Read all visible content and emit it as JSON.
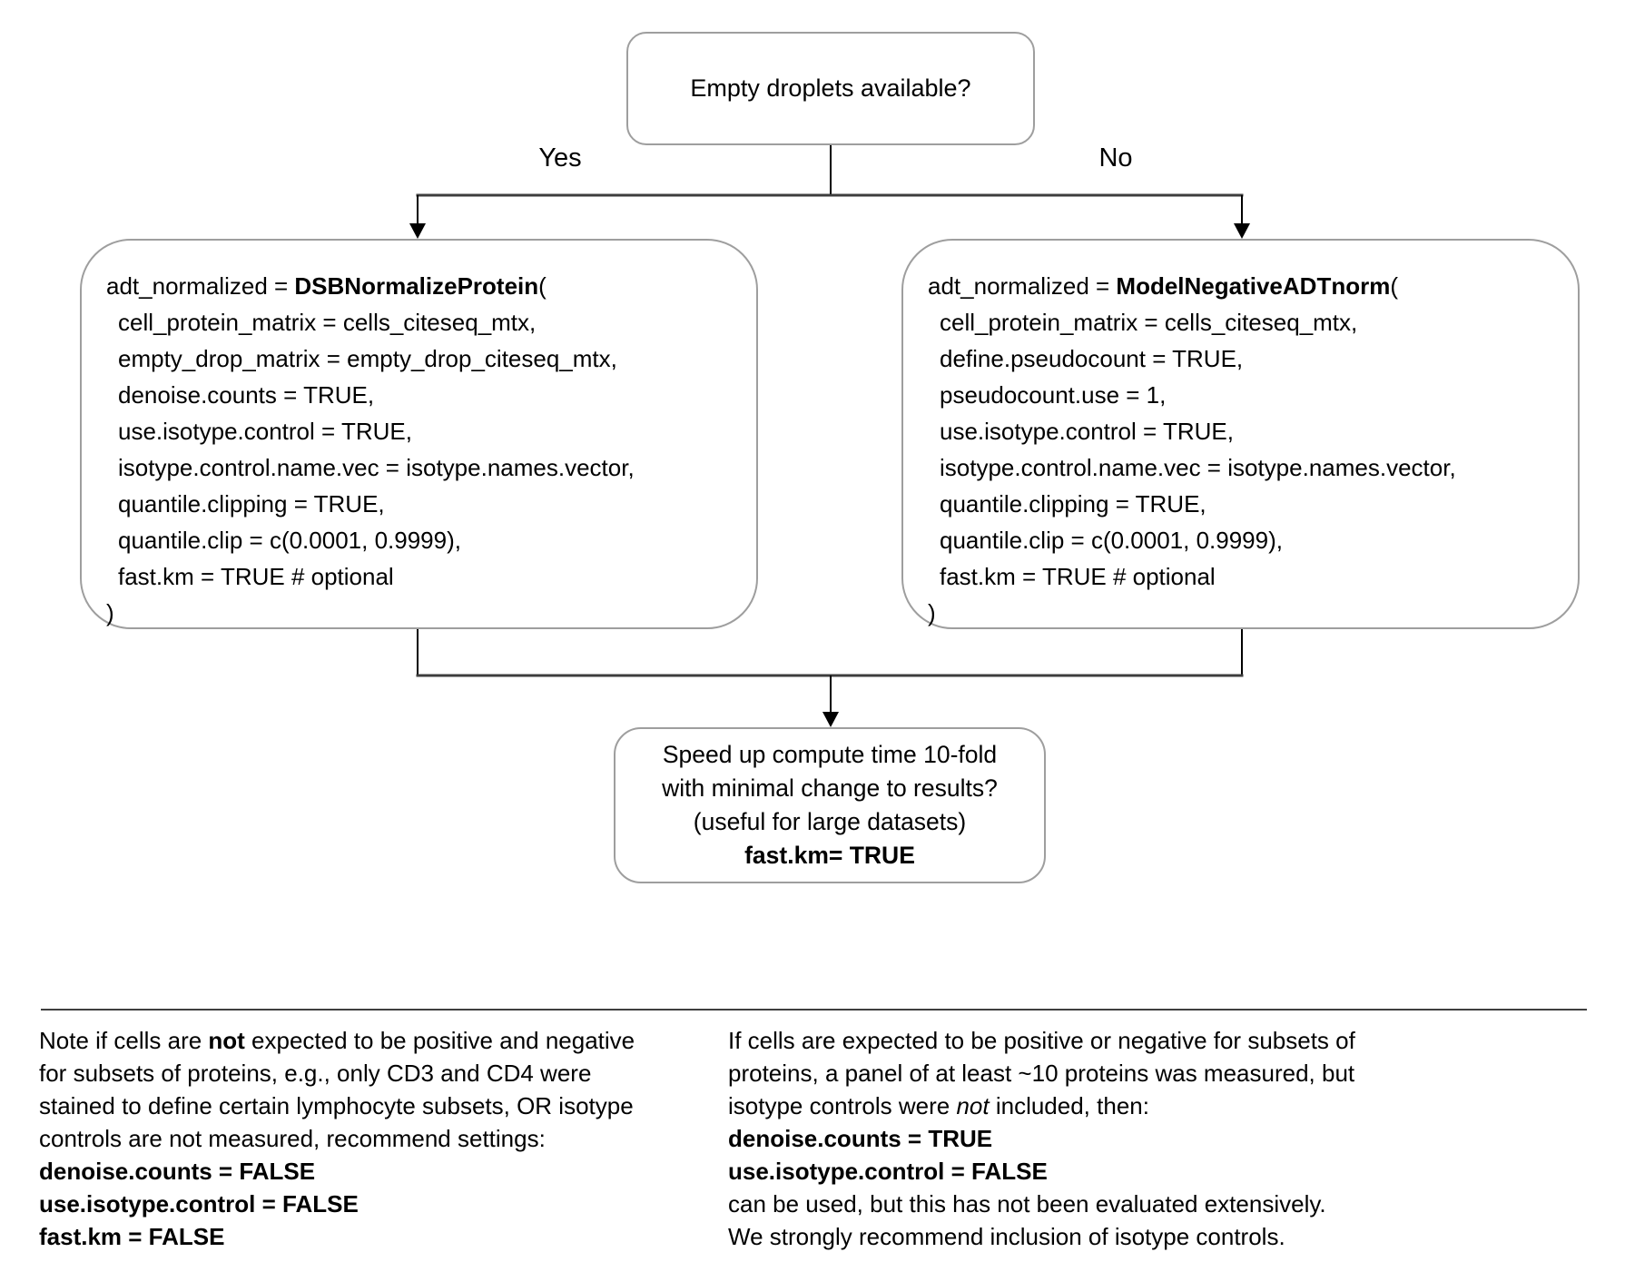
{
  "diagram": {
    "decision": "Empty droplets available?",
    "yes_label": "Yes",
    "no_label": "No",
    "yes_branch": {
      "assign": "adt_normalized = ",
      "fn": "DSBNormalizeProtein",
      "paren_open": "(",
      "args": [
        "cell_protein_matrix = cells_citeseq_mtx,",
        "empty_drop_matrix = empty_drop_citeseq_mtx,",
        "denoise.counts = TRUE,",
        "use.isotype.control = TRUE,",
        "isotype.control.name.vec = isotype.names.vector,",
        "quantile.clipping = TRUE,",
        "quantile.clip = c(0.0001, 0.9999),",
        "fast.km = TRUE # optional"
      ],
      "paren_close": ")"
    },
    "no_branch": {
      "assign": "adt_normalized = ",
      "fn": "ModelNegativeADTnorm",
      "paren_open": "(",
      "args": [
        "cell_protein_matrix = cells_citeseq_mtx,",
        "define.pseudocount = TRUE,",
        "pseudocount.use = 1,",
        "use.isotype.control = TRUE,",
        "isotype.control.name.vec = isotype.names.vector,",
        "quantile.clipping = TRUE,",
        "quantile.clip = c(0.0001, 0.9999),",
        "fast.km = TRUE # optional"
      ],
      "paren_close": ")"
    },
    "result": {
      "line1": "Speed up compute time 10-fold",
      "line2": "with minimal change to results?",
      "line3": "(useful for large datasets)",
      "line4_bold": "fast.km= TRUE"
    }
  },
  "notes": {
    "left": {
      "lines": [
        [
          {
            "t": "Note if cells are "
          },
          {
            "t": "not",
            "b": true
          },
          {
            "t": " expected to be positive and negative"
          }
        ],
        [
          {
            "t": "for subsets of proteins, e.g., only CD3 and CD4 were"
          }
        ],
        [
          {
            "t": "stained to define certain lymphocyte subsets, OR isotype"
          }
        ],
        [
          {
            "t": "controls are not measured, recommend settings:"
          }
        ],
        [
          {
            "t": "denoise.counts = FALSE",
            "b": true
          }
        ],
        [
          {
            "t": "use.isotype.control = FALSE",
            "b": true
          }
        ],
        [
          {
            "t": "fast.km = FALSE",
            "b": true
          }
        ]
      ]
    },
    "right": {
      "lines": [
        [
          {
            "t": "If cells are expected to be positive or negative for subsets of"
          }
        ],
        [
          {
            "t": "proteins, a panel of at least ~10 proteins was measured, but"
          }
        ],
        [
          {
            "t": "isotype controls were "
          },
          {
            "t": "not",
            "i": true
          },
          {
            "t": " included, then:"
          }
        ],
        [
          {
            "t": "denoise.counts = TRUE",
            "b": true
          }
        ],
        [
          {
            "t": "use.isotype.control = FALSE",
            "b": true
          }
        ],
        [
          {
            "t": "can be used, but this has not been evaluated extensively."
          }
        ],
        [
          {
            "t": "We strongly recommend inclusion of isotype controls."
          }
        ]
      ]
    }
  },
  "colors": {
    "box_border": "#9e9e9e",
    "line_dark": "#3d3d3d",
    "line_thin": "#000000",
    "text": "#000000",
    "bg": "#ffffff"
  }
}
